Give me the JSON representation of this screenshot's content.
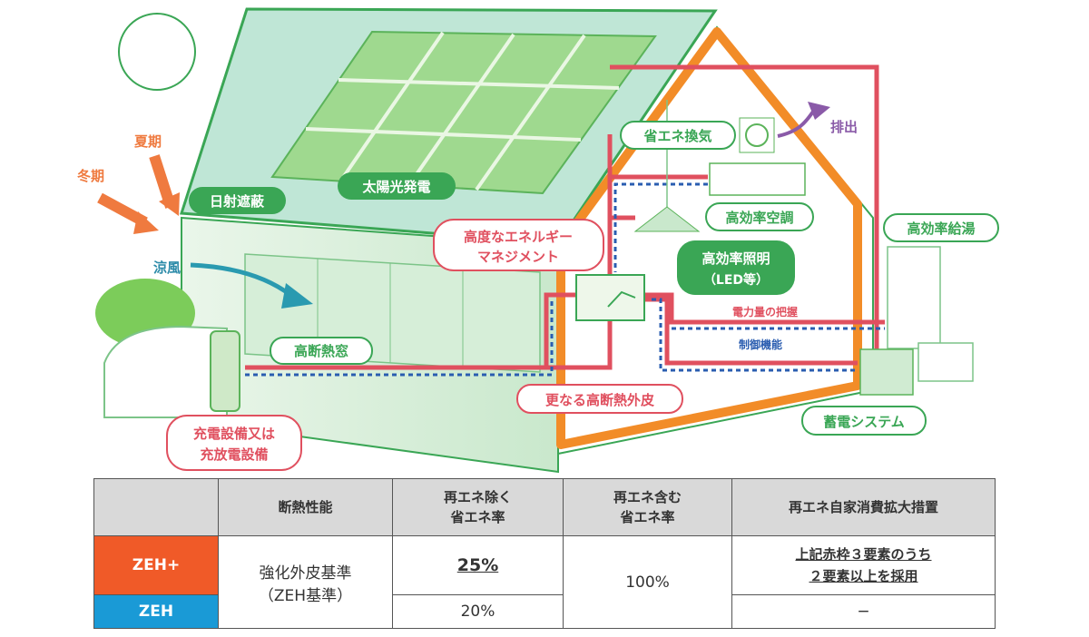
{
  "diagram": {
    "season_summer": "夏期",
    "season_winter": "冬期",
    "solar_shading": "日射遮蔽",
    "solar_power": "太陽光発電",
    "cool_breeze": "涼風",
    "insulated_window": "高断熱窓",
    "charging_line1": "充電設備又は",
    "charging_line2": "充放電設備",
    "energy_mgmt_line1": "高度なエネルギー",
    "energy_mgmt_line2": "マネジメント",
    "ventilation": "省エネ換気",
    "exhaust": "排出",
    "air_conditioning": "高効率空調",
    "lighting_line1": "高効率照明",
    "lighting_line2": "（LED等）",
    "power_monitoring": "電力量の把握",
    "control_function": "制御機能",
    "water_heater": "高効率給湯",
    "envelope": "更なる高断熱外皮",
    "storage": "蓄電システム"
  },
  "colors": {
    "zeh_plus": "#f05a28",
    "zeh": "#1a9ad6",
    "green": "#3aa655",
    "red": "#e0505f",
    "blue": "#2a5db0"
  },
  "table": {
    "headers": [
      "",
      "断熱性能",
      "再エネ除く\n省エネ率",
      "再エネ含む\n省エネ率",
      "再エネ自家消費拡大措置"
    ],
    "header_2_line1": "再エネ除く",
    "header_2_line2": "省エネ率",
    "header_3_line1": "再エネ含む",
    "header_3_line2": "省エネ率",
    "rows": [
      {
        "name": "ZEH+",
        "insulation_line1": "強化外皮基準",
        "insulation_line2": "（ZEH基準）",
        "saving_excl": "25%",
        "saving_incl": "100%",
        "measure_line1": "上記赤枠３要素のうち",
        "measure_line2": "２要素以上を採用"
      },
      {
        "name": "ZEH",
        "saving_excl": "20%",
        "measure": "−"
      }
    ]
  }
}
